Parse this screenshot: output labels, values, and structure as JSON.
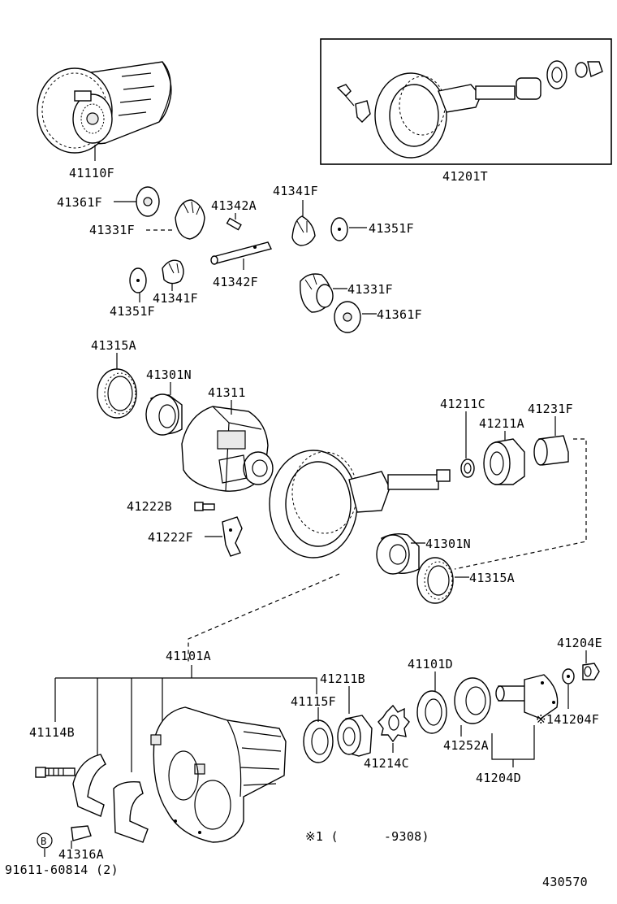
{
  "labels": {
    "p41110F": "41110F",
    "p41201T": "41201T",
    "p41361F_a": "41361F",
    "p41342A": "41342A",
    "p41341F_a": "41341F",
    "p41331F_a": "41331F",
    "p41351F_a": "41351F",
    "p41342F": "41342F",
    "p41341F_b": "41341F",
    "p41351F_b": "41351F",
    "p41331F_b": "41331F",
    "p41361F_b": "41361F",
    "p41315A_a": "41315A",
    "p41301N_a": "41301N",
    "p41311": "41311",
    "p41211C": "41211C",
    "p41231F": "41231F",
    "p41211A": "41211A",
    "p41222B": "41222B",
    "p41222F": "41222F",
    "p41301N_b": "41301N",
    "p41315A_b": "41315A",
    "p41101A": "41101A",
    "p41204E": "41204E",
    "p41211B": "41211B",
    "p41101D": "41101D",
    "p41115F": "41115F",
    "p141204F": "※141204F",
    "p41114B": "41114B",
    "p41214C": "41214C",
    "p41252A": "41252A",
    "p41204D": "41204D",
    "p41316A": "41316A",
    "p91611": "91611-60814 (2)",
    "b_marker": "B",
    "note": "※1 (      -9308)",
    "diagram_code": "430570"
  }
}
